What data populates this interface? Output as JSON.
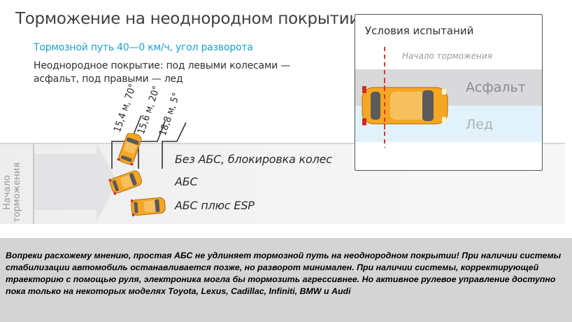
{
  "title": "Торможение на неоднородном покрытии",
  "subtitle": "Тормозной путь 40—0 км/ч, угол разворота",
  "description": "Неоднородное покрытие: под левыми колесами — асфальт, под правыми — лед",
  "start_label_line1": "Начало",
  "start_label_line2": "торможения",
  "rows": [
    {
      "distance": "15,4 м, 70°",
      "label": "Без АБС, блокировка колес"
    },
    {
      "distance": "15,6 м, 20°",
      "label": "АБС"
    },
    {
      "distance": "18,8 м, 5°",
      "label": "АБС плюс ESP"
    }
  ],
  "conditions": {
    "title": "Условия испытаний",
    "start_label": "Начало торможения",
    "asphalt": "Асфальт",
    "ice": "Лед"
  },
  "caption": "Вопреки расхожему мнению, простая АБС не удлиняет тормозной путь на неоднородном покрытии! При наличии системы стабилизации автомобиль останавливается позже, но разворот минимален. При наличии системы, корректирующей траекторию с помощью руля, электроника могла бы тормозить агрессивнее. Но активное рулевое управление доступно пока только на некоторых моделях Toyota, Lexus, Cadillac, Infiniti, BMW и Audi",
  "colors": {
    "car": "#f5a623",
    "accent_blue": "#1aa0d8",
    "brake_line": "#e0342b",
    "asphalt": "#d9d9db",
    "ice": "#e2f2fa"
  }
}
